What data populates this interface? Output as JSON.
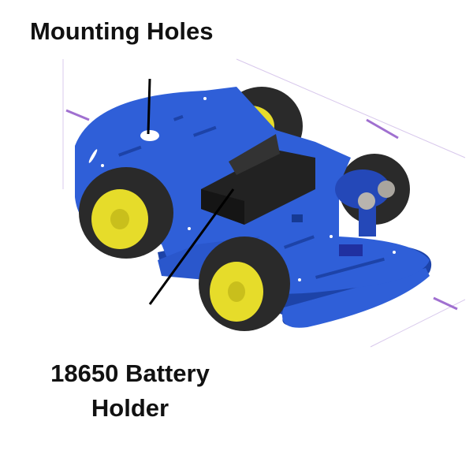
{
  "annotations": {
    "mounting_holes": "Mounting Holes",
    "battery_holder_line1": "18650 Battery",
    "battery_holder_line2": "Holder"
  },
  "colors": {
    "chassis": "#2f5fd8",
    "chassis_dark": "#1d43a8",
    "tire": "#2a2a2a",
    "hub": "#e6dc2a",
    "battery_holder": "#222222",
    "dimension_lines": "#b58ad8"
  }
}
